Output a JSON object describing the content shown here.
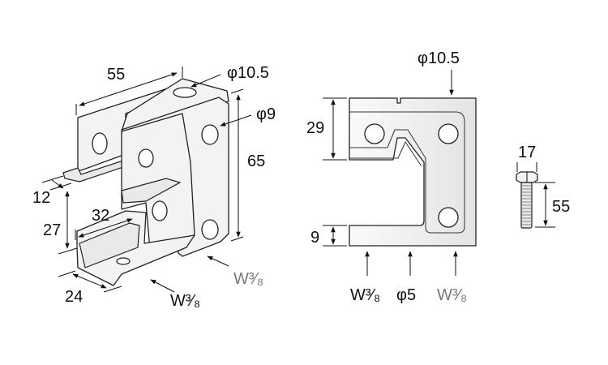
{
  "iso_view": {
    "width_label": "55",
    "top_hole_label": "φ10.5",
    "side_hole_label": "φ9",
    "height_label": "65",
    "flange_label": "12",
    "gap_label": "27",
    "depth_label": "32",
    "channel_label": "24",
    "bolt_label_bottom": "W³⁄₈",
    "bolt_label_side": "W³⁄₈"
  },
  "front_view": {
    "top_hole_label": "φ10.5",
    "upper_label": "29",
    "lower_label": "9",
    "bottom_labels": [
      "W³⁄₈",
      "φ5",
      "W³⁄₈"
    ]
  },
  "bolt": {
    "head_label": "17",
    "length_label": "55"
  },
  "colors": {
    "line": "#222222",
    "fill": "#f3f3f3",
    "muted_label": "#777777"
  }
}
